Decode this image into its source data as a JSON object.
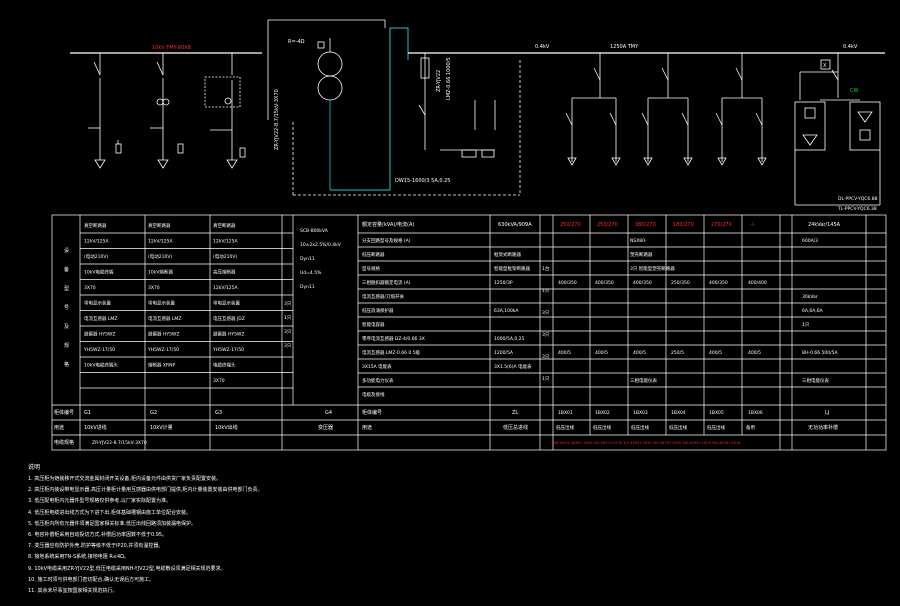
{
  "colors": {
    "background": "#000000",
    "line": "#ffffff",
    "cable": "#22c7cc",
    "red_text": "#ff2a2a",
    "green": "#29d129"
  },
  "top": {
    "hv_bus_label": "10kV TMY-80X8",
    "bus_04_label": "0.4kV",
    "bus_1250_label": "1250A TMY",
    "bus_04_label2": "0.4kV",
    "transformer_label": "R=-4Ω",
    "cable_label": "ZR-YJV22-8.7/15kV-3X70",
    "meter_label": "ZR-YJV22",
    "lv_breaker_label": "DW15-1600/3 5A,0.25",
    "ct_label": "LMZ-0.66 1000/5",
    "right_label1": "DL-PPCV-YQC6.88",
    "right_label2": "TL-PPCV-YQC6.38",
    "x_box": "X",
    "green_icon": "CW"
  },
  "left_table": {
    "side_label": [
      "设",
      "备",
      "型",
      "号",
      "及",
      "规",
      "格"
    ],
    "col1": [
      "真空断路器",
      "12kV/125A",
      "(电动210V)",
      "10kV电缆终端",
      "3X70",
      "带电显示装置",
      "电流互感器 LMZ",
      "避雷器 HY5WZ",
      "YH5WZ-17/50",
      "10kV电缆终端头"
    ],
    "col2": [
      "真空断路器",
      "12kV/125A",
      "(电动210V)",
      "10kV熔断器",
      "3X70",
      "带电显示装置",
      "电流互感器 LMZ",
      "避雷器 HY5WZ",
      "YH5WZ-17/50",
      "熔断器 XRNP"
    ],
    "col3": [
      "真空断路器",
      "12kV/125A",
      "(电动210V)",
      "高压熔断器",
      "12kV/125A",
      "带电显示装置",
      "电压互感器 JDZ",
      "避雷器 HY5WZ",
      "YH5WZ-17/50",
      "电缆终端头",
      "3X70"
    ],
    "units": [
      "3只",
      "1只",
      "3只",
      "3只"
    ],
    "trans_col": [
      "SCB-800kVA",
      "10±2x2.5%/0.4kV",
      "Dyn11",
      "Ud=4.5%",
      "Dyn11"
    ],
    "name_row": {
      "label": "柜体编号",
      "c1": "G1",
      "c2": "G2",
      "c3": "G3",
      "c4": "G4"
    },
    "use_row": {
      "label": "用途",
      "c1": "10kV进线",
      "c2": "10kV计量",
      "c3": "10kV出线",
      "c4": "变压器"
    },
    "cable_row": {
      "label": "电缆规格",
      "c1": "ZR-YJV22-8.7/15kV-3X70"
    }
  },
  "right_table": {
    "header_label": "额定容量(kVA)/电流(A)",
    "header_c1": "630kVA/909A",
    "header_red": [
      "250/270",
      "250/270",
      "380/270",
      "180/270",
      "270/270",
      "-/-"
    ],
    "header_right": "24kVar/145A",
    "rows": [
      {
        "label": "分支回路型号及规格 (A)",
        "c1": "",
        "span": "NSX80-",
        "right": "600A/3"
      },
      {
        "label": "低压断路器",
        "c1": "框架式断路器",
        "span": "塑壳断路器",
        "right": ""
      },
      {
        "label": "型号规格",
        "c1": "智能型框架断路器",
        "span": "3只 智能型塑壳断路器",
        "right": ""
      },
      {
        "label": "三相脱扣器额定电流 (A)",
        "c1": "1250/3P",
        "vals": [
          "400/350",
          "400/350",
          "400/350",
          "250/350",
          "400/350",
          "400/400"
        ],
        "right": ""
      },
      {
        "label": "电流互感器/刀熔开关",
        "c1": "",
        "span": "",
        "right": "30kVar"
      },
      {
        "label": "低压浪涌保护器",
        "c1": "63A,100kA",
        "span": "",
        "right": "6A,6A,6A"
      },
      {
        "label": "智能电容器",
        "c1": "",
        "span": "",
        "right": "1只"
      },
      {
        "label": "零序电流互感器 DZ-4/0.66 3X",
        "c1": "1000/5A,0.25",
        "span": "",
        "right": ""
      },
      {
        "label": "电流互感器 LMZ-0.66 0.5级",
        "c1": "1200/5A",
        "vals": [
          "400/5",
          "400/5",
          "400/5",
          "250/5",
          "400/5",
          "400/5"
        ],
        "right": "BH-0.66 500/5A"
      },
      {
        "label": "3X15A 电能表",
        "c1": "3X1.5(6)A 电能表",
        "span": "",
        "right": ""
      },
      {
        "label": "多功能电力仪表",
        "c1": "",
        "span": "三相电能仪表",
        "right": "三相电能仪表"
      },
      {
        "label": "电缆及接线",
        "c1": "",
        "span": "",
        "right": ""
      }
    ],
    "unit_col": [
      "1台",
      "1只",
      "3只",
      "3只",
      "3只",
      "1只"
    ],
    "name_row": {
      "label": "柜体编号",
      "c1": "ZL",
      "vals": [
        "1BX01",
        "1BX02",
        "1BX03",
        "1BX04",
        "1BX05",
        "1BX06"
      ],
      "right": "LJ"
    },
    "use_row": {
      "label": "用途",
      "c1": "低压总进线",
      "vals": [
        "低压出线",
        "低压出线",
        "低压出线",
        "低压出线",
        "低压出线",
        "备用"
      ],
      "right": "无功功率补偿"
    },
    "red_note": "NH-YJV22-4X95+1X50 YJV-4X70+1X35 YJV-4X95+1X50 YJV-4X70+1X35 YJV-4X50+1X25 YJV-4X35+1X16"
  },
  "notes": {
    "title": "说明",
    "items": [
      "1. 高压柜为铠装移开式交流金属封闭开关设备,柜内设备元件由供货厂家负责配置安装。",
      "2. 高压柜内装设带电显示器,高压计量柜计量用互感器由供电部门提供,柜内计量装置安装由供电部门负责。",
      "3. 低压配电柜内元器件型号规格仅供参考,以厂家实际配置为准。",
      "4. 低压柜电缆进出线方式为下进下出,柜体基础槽钢由施工单位配合安装。",
      "5. 低压柜内所有元器件须满足国家相关标准,低压出线回路须加装漏电保护。",
      "6. 电容补偿柜采用自动投切方式,补偿后功率因数不低于0.95。",
      "7. 变压器应有防护外壳,防护等级不低于IP20,并须有温控器。",
      "8. 接地系统采用TN-S系统,接地电阻 R≤4Ω。",
      "9. 10kV电缆采用ZR-YJV22型,低压电缆采用NH-YJV22型,电缆敷设须满足相关规范要求。",
      "10. 施工时须与供电部门密切配合,确认无误后方可施工。",
      "11. 其余未尽事宜按国家相关规范执行。"
    ]
  }
}
